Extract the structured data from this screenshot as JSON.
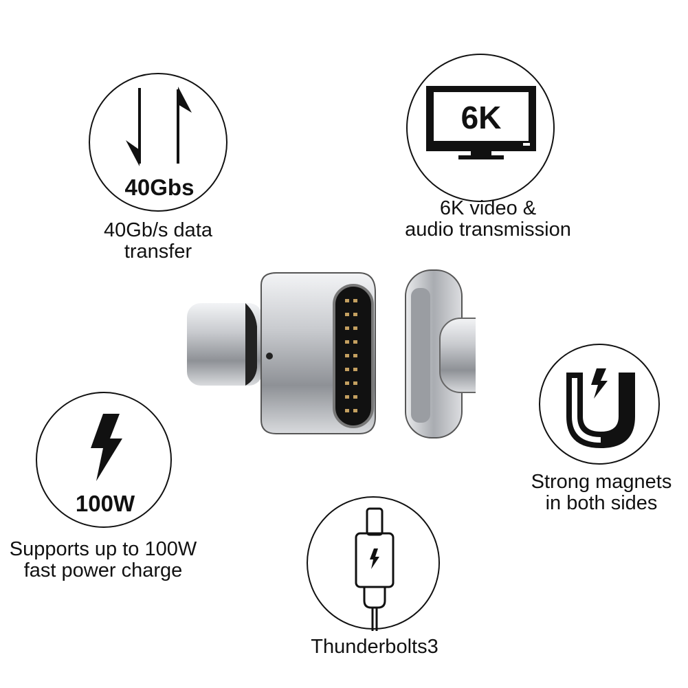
{
  "features": {
    "data": {
      "icon": "data-transfer-arrows-icon",
      "badge": "40Gbs",
      "caption_line1": "40Gb/s data",
      "caption_line2": "transfer"
    },
    "video": {
      "icon": "monitor-icon",
      "badge": "6K",
      "caption_line1": "6K video &",
      "caption_line2": "audio transmission"
    },
    "power": {
      "icon": "lightning-bolt-icon",
      "badge": "100W",
      "caption_line1": "Supports up to 100W",
      "caption_line2": "fast power charge"
    },
    "magnet": {
      "icon": "magnet-icon",
      "caption_line1": "Strong magnets",
      "caption_line2": "in both sides"
    },
    "thunderbolt": {
      "icon": "usb-c-cable-icon",
      "caption_line1": "Thunderbolts3"
    }
  },
  "product": {
    "name": "magnetic-usb-c-adapter",
    "color": "#b8babd"
  }
}
